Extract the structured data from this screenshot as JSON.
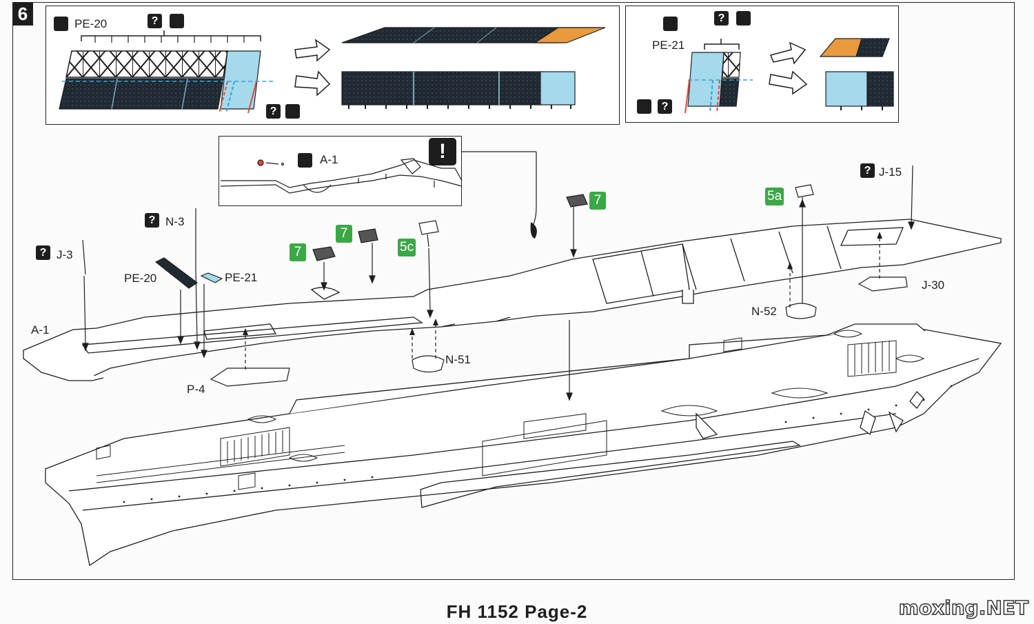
{
  "step": {
    "number": "6"
  },
  "panel_left": {
    "part_label": "PE-20"
  },
  "panel_right": {
    "part_label": "PE-21"
  },
  "callout": {
    "part_label": "A-1"
  },
  "labels": {
    "j3": "J-3",
    "n3": "N-3",
    "pe20": "PE-20",
    "pe21": "PE-21",
    "a1": "A-1",
    "p4": "P-4",
    "n51": "N-51",
    "j15": "J-15",
    "j30": "J-30",
    "n52": "N-52"
  },
  "substeps": {
    "s7a": "7",
    "s7b": "7",
    "s7c": "7",
    "s5c": "5c",
    "s5a": "5a"
  },
  "icons": {
    "question": "?",
    "info": "!"
  },
  "colors": {
    "pe_blue": "#a5d9ec",
    "pe_orange": "#e89a3c",
    "pe_dark": "#1f2a33",
    "green_step": "#3aa845",
    "guide_red": "#e04a3a",
    "guide_blue": "#3aa0d8"
  },
  "footer": {
    "text": "FH 1152  Page-2"
  },
  "watermark": {
    "text": "moxing.NET"
  }
}
